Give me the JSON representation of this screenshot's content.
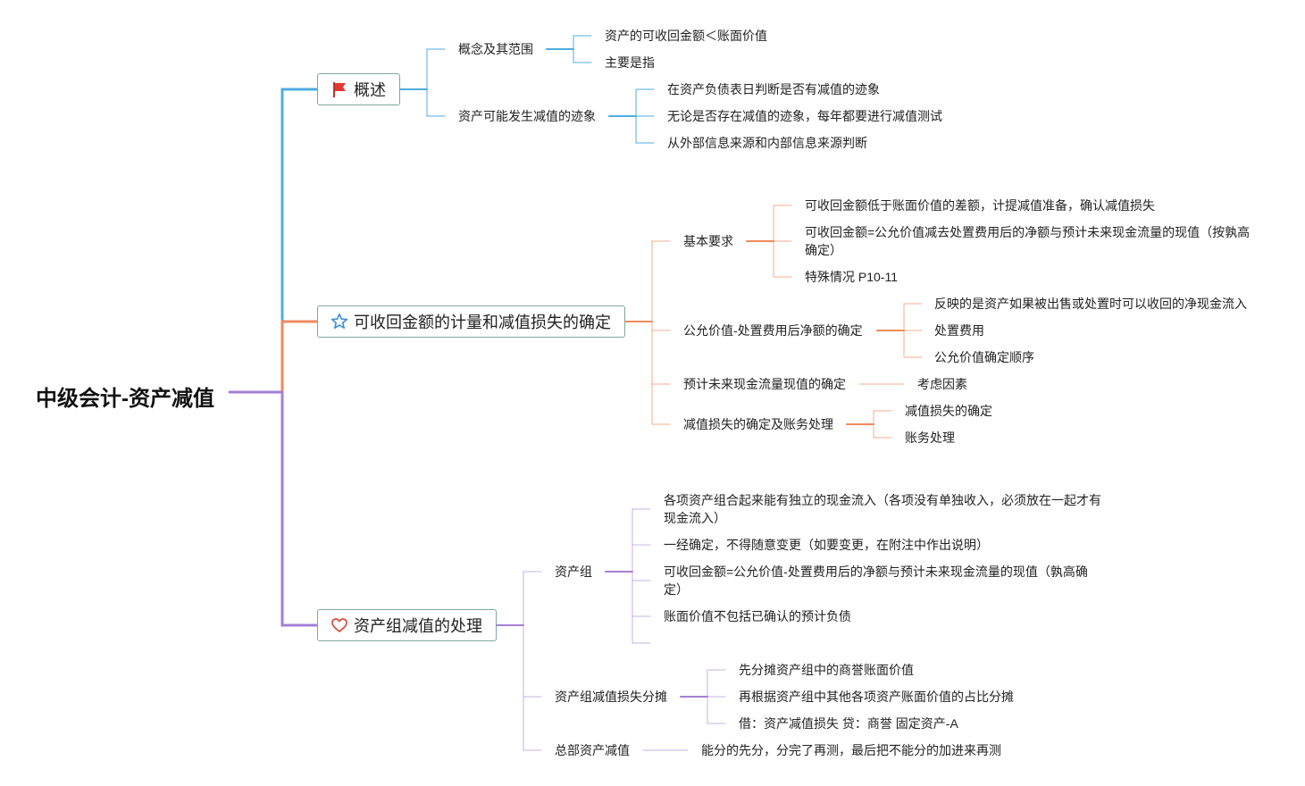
{
  "root": "中级会计-资产减值",
  "b1": {
    "label": "概述",
    "icon": "flag-icon",
    "color": "#4daee0",
    "c1": {
      "label": "概念及其范围",
      "leaves": [
        "资产的可收回金额＜账面价值",
        "主要是指"
      ]
    },
    "c2": {
      "label": "资产可能发生减值的迹象",
      "leaves": [
        "在资产负债表日判断是否有减值的迹象",
        "无论是否存在减值的迹象，每年都要进行减值测试",
        "从外部信息来源和内部信息来源判断"
      ]
    }
  },
  "b2": {
    "label": "可收回金额的计量和减值损失的确定",
    "icon": "star-icon",
    "color": "#ef8a5c",
    "c1": {
      "label": "基本要求",
      "leaves": [
        "可收回金额低于账面价值的差额，计提减值准备，确认减值损失",
        "可收回金额=公允价值减去处置费用后的净额与预计未来现金流量的现值（按孰高确定）",
        "特殊情况 P10-11"
      ]
    },
    "c2": {
      "label": "公允价值-处置费用后净额的确定",
      "leaves": [
        "反映的是资产如果被出售或处置时可以收回的净现金流入",
        "处置费用",
        "公允价值确定顺序"
      ]
    },
    "c3": {
      "label": "预计未来现金流量现值的确定",
      "leaves": [
        "考虑因素"
      ]
    },
    "c4": {
      "label": "减值损失的确定及账务处理",
      "leaves": [
        "减值损失的确定",
        "账务处理"
      ]
    }
  },
  "b3": {
    "label": "资产组减值的处理",
    "icon": "heart-icon",
    "color": "#a57fd6",
    "c1": {
      "label": "资产组",
      "leaves": [
        "各项资产组合起来能有独立的现金流入（各项没有单独收入，必须放在一起才有现金流入）",
        "一经确定，不得随意变更（如要变更，在附注中作出说明）",
        "可收回金额=公允价值-处置费用后的净额与预计未来现金流量的现值（孰高确定）",
        "账面价值不包括已确认的预计负债"
      ]
    },
    "c2": {
      "label": "资产组减值损失分摊",
      "leaves": [
        "先分摊资产组中的商誉账面价值",
        "再根据资产组中其他各项资产账面价值的占比分摊",
        "借：资产减值损失 贷：商誉 固定资产-A"
      ]
    },
    "c3": {
      "label": "总部资产减值",
      "leaves": [
        "能分的先分，分完了再测，最后把不能分的加进来再测"
      ]
    }
  }
}
